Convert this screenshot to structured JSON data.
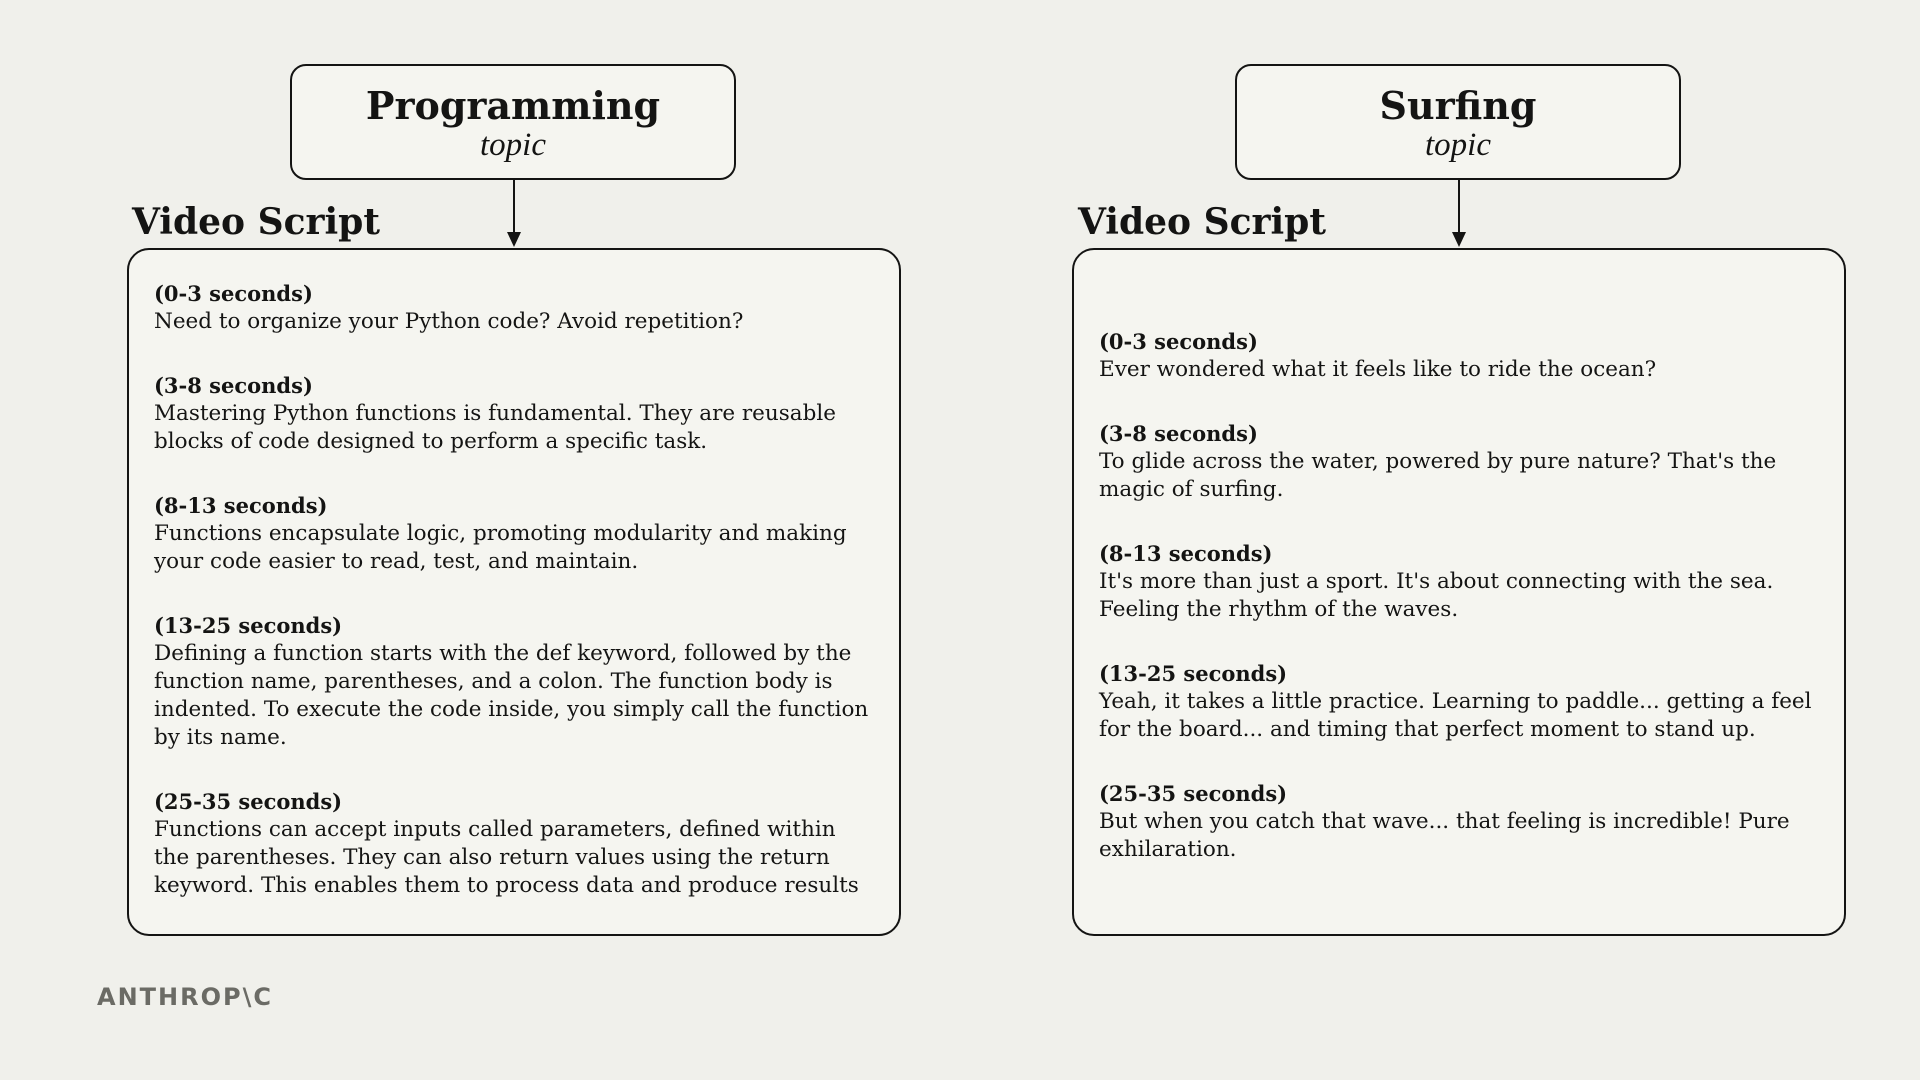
{
  "columns": [
    {
      "topic": {
        "title": "Programming",
        "subtitle": "topic"
      },
      "section_label": "Video Script",
      "segments": [
        {
          "time": "(0-3 seconds)",
          "text": "Need to organize your Python code? Avoid repetition?"
        },
        {
          "time": "(3-8 seconds)",
          "text": "Mastering Python functions is fundamental. They are reusable blocks of code designed to perform a specific task."
        },
        {
          "time": "(8-13 seconds)",
          "text": "Functions encapsulate logic, promoting modularity and making your code easier to read, test, and maintain."
        },
        {
          "time": "(13-25 seconds)",
          "text": "Defining a function starts with the def keyword, followed by the function name, parentheses, and a colon. The function body is indented. To execute the code inside, you simply call the function by its name."
        },
        {
          "time": "(25-35 seconds)",
          "text": "Functions can accept inputs called parameters, defined within the parentheses. They can also return values using the return keyword. This enables them to process data and produce results"
        }
      ]
    },
    {
      "topic": {
        "title": "Surfing",
        "subtitle": "topic"
      },
      "section_label": "Video Script",
      "segments": [
        {
          "time": "(0-3 seconds)",
          "text": "Ever wondered what it feels like to ride the ocean?"
        },
        {
          "time": "(3-8 seconds)",
          "text": "To glide across the water, powered by pure nature? That's the magic of surfing."
        },
        {
          "time": "(8-13 seconds)",
          "text": "It's more than just a sport. It's about connecting with the sea. Feeling the rhythm of the waves."
        },
        {
          "time": "(13-25 seconds)",
          "text": "Yeah, it takes a little practice. Learning to paddle... getting a feel for the board... and timing that perfect moment to stand up."
        },
        {
          "time": "(25-35 seconds)",
          "text": "But when you catch that wave... that feeling is incredible! Pure exhilaration."
        }
      ]
    }
  ],
  "logo": {
    "text": "ANTHROP\\C"
  },
  "colors": {
    "background": "#f0f0eb",
    "box_fill": "#f5f5f0",
    "stroke": "#141413",
    "logo": "#6b6b65"
  }
}
